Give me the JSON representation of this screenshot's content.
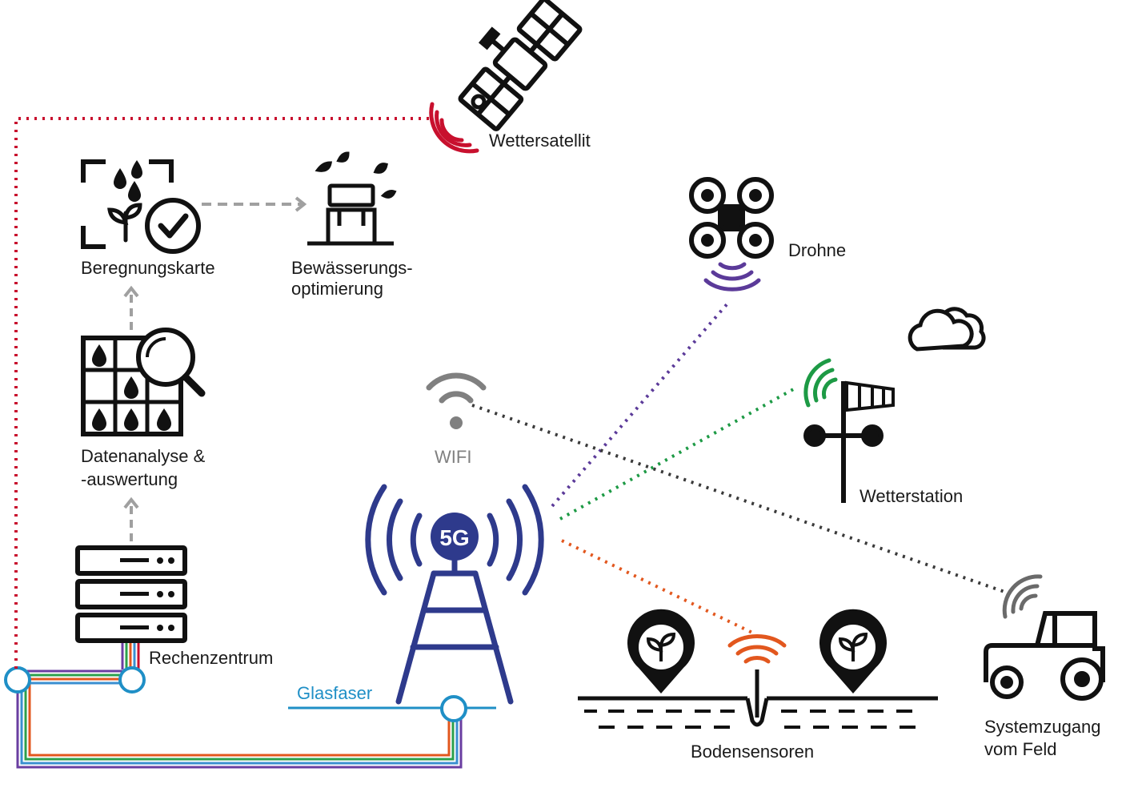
{
  "labels": {
    "wettersatellit": "Wettersatellit",
    "drohne": "Drohne",
    "beregnungskarte": "Beregnungskarte",
    "bewaesserung_line1": "Bewässerungs-",
    "bewaesserung_line2": "optimierung",
    "datenanalyse_line1": "Datenanalyse &",
    "datenanalyse_line2": "-auswertung",
    "rechenzentrum": "Rechenzentrum",
    "glasfaser": "Glasfaser",
    "wifi": "WIFI",
    "wetterstation": "Wetterstation",
    "bodensensoren": "Bodensensoren",
    "systemzugang_line1": "Systemzugang",
    "systemzugang_line2": "vom Feld",
    "tower_badge": "5G"
  },
  "colors": {
    "satellite_link": "#c8102e",
    "drone_link": "#5b3a99",
    "weather_link": "#1d9a45",
    "soil_link": "#e2571e",
    "wifi_link": "#3a3a3a",
    "tower": "#2e3a8c",
    "fiber": "#1f8fc6",
    "flow_arrow": "#a0a0a0",
    "icon": "#111111"
  },
  "icons": [
    "satellite-icon",
    "drone-icon",
    "cloud-icon",
    "weather-station-icon",
    "wifi-icon",
    "5g-tower-icon",
    "server-rack-icon",
    "data-grid-icon",
    "magnifier-icon",
    "irrigation-map-icon",
    "sprinkler-icon",
    "soil-sensor-icon",
    "plant-pin-icon",
    "tractor-icon"
  ]
}
